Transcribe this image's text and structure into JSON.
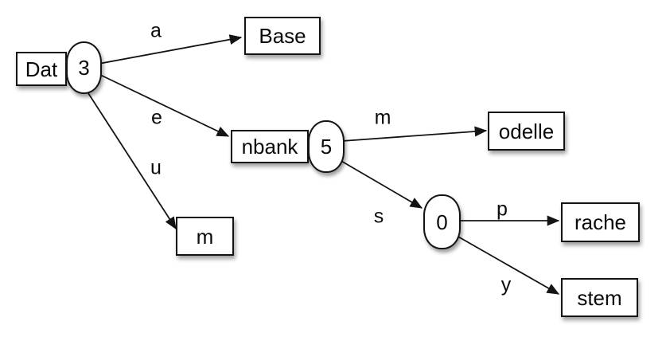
{
  "diagram": {
    "background_color": "#ffffff",
    "node_fill_color": "#ffffff",
    "stroke_color": "#141414",
    "nodes": {
      "dat": {
        "label": "Dat",
        "shape": "rect"
      },
      "dat_count": {
        "label": "3",
        "shape": "capsule"
      },
      "base": {
        "label": "Base",
        "shape": "rect"
      },
      "nbank": {
        "label": "nbank",
        "shape": "rect"
      },
      "nbank_count": {
        "label": "5",
        "shape": "capsule"
      },
      "m_leaf": {
        "label": "m",
        "shape": "rect"
      },
      "odelle": {
        "label": "odelle",
        "shape": "rect"
      },
      "zero": {
        "label": "0",
        "shape": "capsule"
      },
      "rache": {
        "label": "rache",
        "shape": "rect"
      },
      "stem": {
        "label": "stem",
        "shape": "rect"
      }
    },
    "edges": {
      "a": {
        "label": "a",
        "from": "dat_count",
        "to": "base"
      },
      "e": {
        "label": "e",
        "from": "dat_count",
        "to": "nbank"
      },
      "u": {
        "label": "u",
        "from": "dat_count",
        "to": "m_leaf"
      },
      "m": {
        "label": "m",
        "from": "nbank_count",
        "to": "odelle"
      },
      "s": {
        "label": "s",
        "from": "nbank_count",
        "to": "zero"
      },
      "p": {
        "label": "p",
        "from": "zero",
        "to": "rache"
      },
      "y": {
        "label": "y",
        "from": "zero",
        "to": "stem"
      }
    }
  }
}
